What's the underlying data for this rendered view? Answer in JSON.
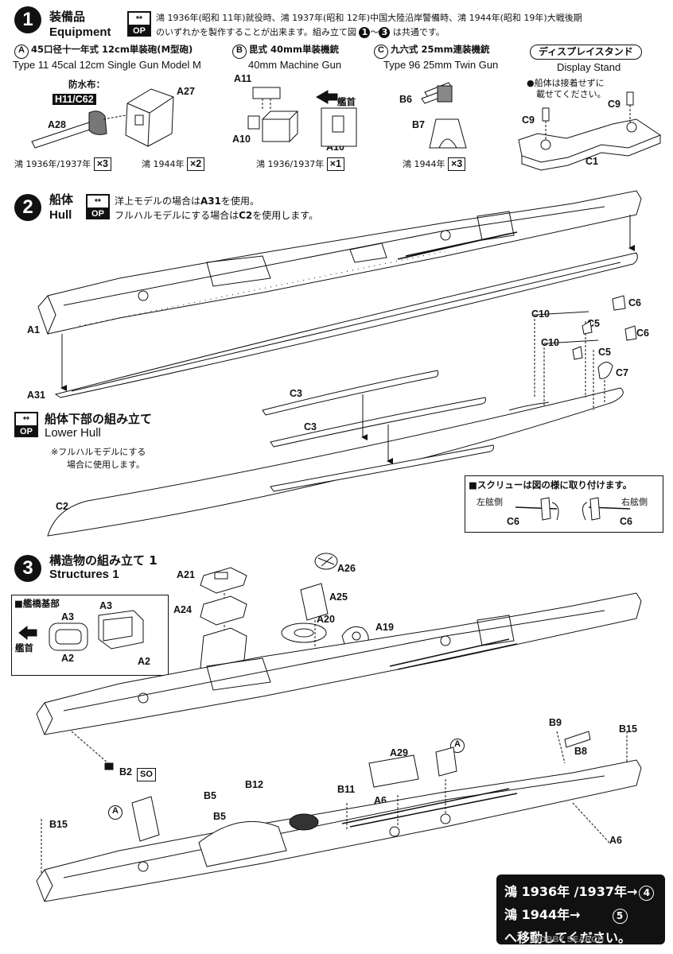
{
  "step1": {
    "num": "1",
    "title_jp": "装備品",
    "title_en": "Equipment",
    "note_line1": "鴻 1936年(昭和 11年)就役時、鴻 1937年(昭和 12年)中国大陸沿岸警備時、鴻 1944年(昭和 19年)大戦後期",
    "note_line2": "のいずれかを製作することが出来ます。組み立て図",
    "note_line2b": "は共通です。",
    "note_c1": "1",
    "note_tilde": "～",
    "note_c3": "3",
    "a": {
      "letter": "A",
      "jp": "45口径十一年式 12cm単装砲(M型砲)",
      "en": "Type 11 45cal 12cm Single Gun Model M",
      "waterproof": "防水布：",
      "waterproof_part": "H11/C62",
      "parts": [
        "A27",
        "A28"
      ],
      "qty1_label": "鴻 1936年/1937年",
      "qty1": "×3",
      "qty2_label": "鴻 1944年",
      "qty2": "×2"
    },
    "b": {
      "letter": "B",
      "jp": "毘式 40mm単装機銃",
      "en": "40mm Machine Gun",
      "parts": [
        "A11",
        "A10",
        "A10"
      ],
      "bow": "艦首",
      "qty_label": "鴻 1936/1937年",
      "qty": "×1"
    },
    "c": {
      "letter": "C",
      "jp": "九六式 25mm連装機銃",
      "en": "Type 96 25mm Twin Gun",
      "parts": [
        "B6",
        "B7"
      ],
      "qty_label": "鴻 1944年",
      "qty": "×3"
    },
    "d": {
      "jp": "ディスプレイスタンド",
      "en": "Display Stand",
      "note1": "●船体は接着せずに",
      "note2": "載せてください。",
      "parts": [
        "C9",
        "C9",
        "C1"
      ]
    }
  },
  "op_top": "↔",
  "op_bot": "OP",
  "step2": {
    "num": "2",
    "title_jp": "船体",
    "title_en": "Hull",
    "note_line1_pre": "洋上モデルの場合は",
    "note_line1_part": "A31",
    "note_line1_post": "を使用。",
    "note_line2_pre": "フルハルモデルにする場合は",
    "note_line2_part": "C2",
    "note_line2_post": "を使用します。",
    "parts": [
      "A1",
      "A31",
      "C3",
      "C3",
      "C10",
      "C10",
      "C6",
      "C6",
      "C5",
      "C5",
      "C7",
      "C2"
    ]
  },
  "lower": {
    "title_jp": "船体下部の組み立て",
    "title_en": "Lower Hull",
    "note1": "※フルハルモデルにする",
    "note2": "場合に使用します。"
  },
  "screw": {
    "title": "■スクリューは図の様に取り付けます。",
    "port": "左舷側",
    "starboard": "右舷側",
    "parts": [
      "C6",
      "C6"
    ]
  },
  "step3": {
    "num": "3",
    "title_jp": "構造物の組み立て 1",
    "title_en": "Structures 1",
    "bridge_title": "■艦橋基部",
    "bow": "艦首",
    "parts": [
      "A21",
      "A24",
      "A3",
      "A3",
      "A2",
      "A2",
      "A26",
      "A25",
      "A20",
      "A19",
      "B2",
      "SO",
      "B9",
      "B15",
      "B8",
      "A29",
      "A",
      "A6",
      "B11",
      "B5",
      "B12",
      "B5",
      "A",
      "B15",
      "A6"
    ]
  },
  "nav": {
    "line1": "鴻 1936年 /1937年→",
    "line1_step": "4",
    "line2": "鴻 1944年→",
    "line2_step": "5",
    "line3": "へ移動してください。"
  },
  "watermark": "HOBBY SEARCH"
}
